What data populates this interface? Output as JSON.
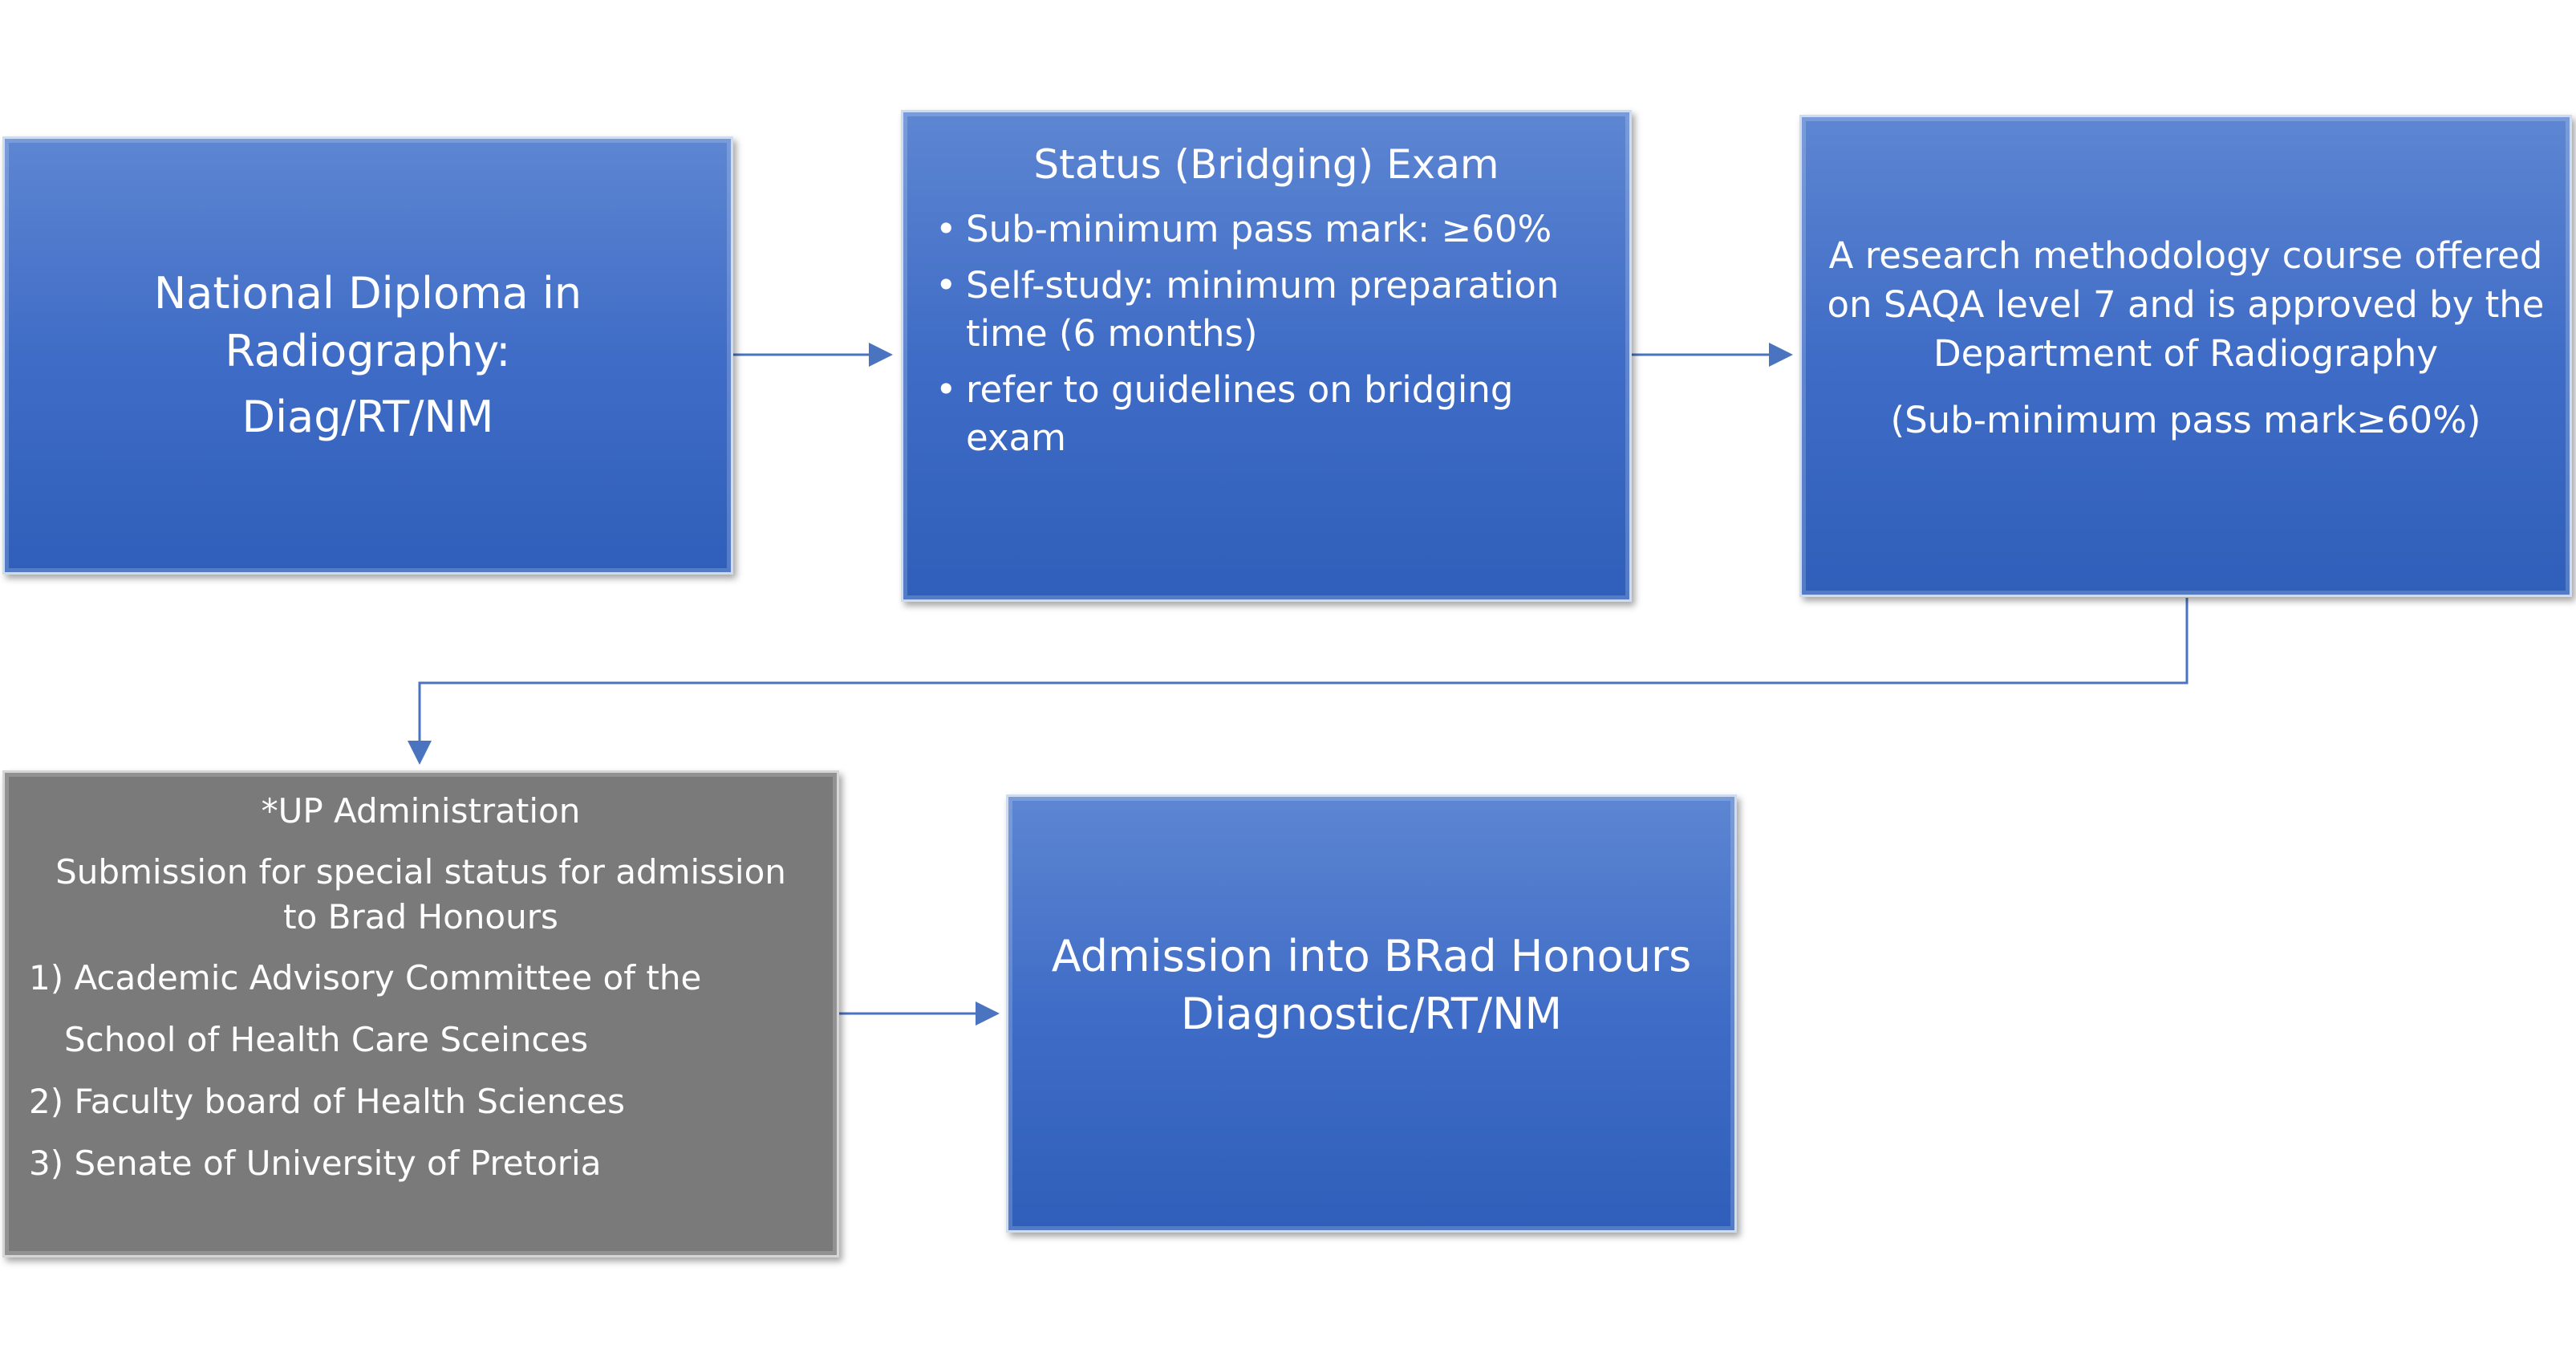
{
  "colors": {
    "box_blue_top": "#5d86d2",
    "box_blue_bottom": "#2f5fba",
    "box_grey": "#7a7a7a",
    "connector": "#4a73c0",
    "text": "#ffffff"
  },
  "nodes": {
    "diploma": {
      "line1": "National Diploma in",
      "line2": "Radiography:",
      "line3": "Diag/RT/NM"
    },
    "bridging": {
      "title": "Status (Bridging) Exam",
      "bullets": [
        "Sub-minimum pass mark: ≥60%",
        "Self-study: minimum preparation time (6 months)",
        "refer to guidelines on bridging exam"
      ]
    },
    "research": {
      "line1": "A research methodology course offered",
      "line2": "on SAQA level 7 and is approved by the",
      "line3": "Department of Radiography",
      "note": "(Sub-minimum pass mark≥60%)"
    },
    "admin": {
      "title": "*UP Administration",
      "subtitle": "Submission for special status for admission to Brad Honours",
      "steps": [
        "1) Academic Advisory Committee of the",
        "School of Health Care Sceinces",
        "2) Faculty board of Health Sciences",
        "3) Senate of University of Pretoria"
      ]
    },
    "admission": {
      "line1": "Admission into BRad Honours",
      "line2": "Diagnostic/RT/NM"
    }
  }
}
